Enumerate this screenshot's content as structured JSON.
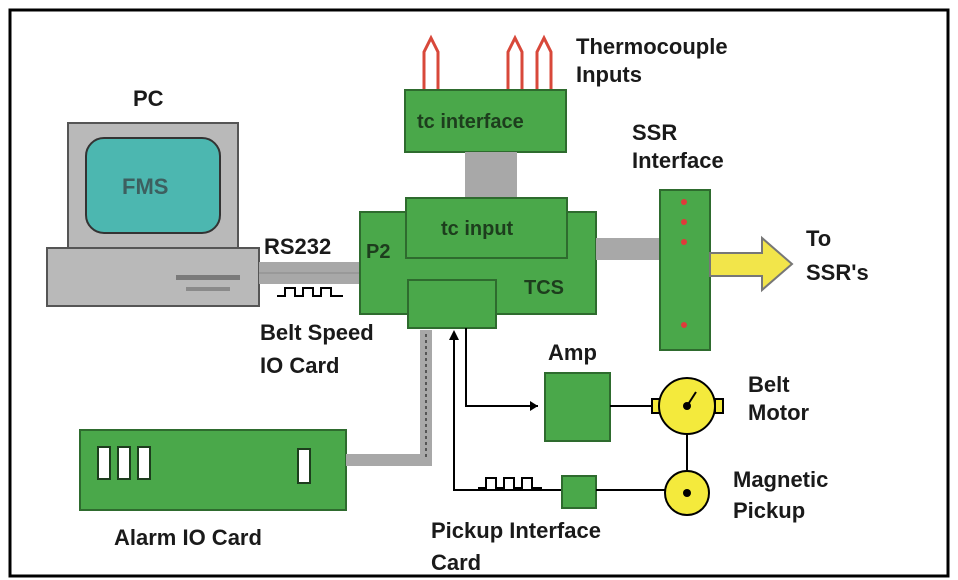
{
  "diagram": {
    "labels": {
      "pc": "PC",
      "screen": "FMS",
      "rs232": "RS232",
      "p2": "P2",
      "tcs": "TCS",
      "tc_interface": "tc interface",
      "tc_input": "tc input",
      "thermocouple_line1": "Thermocouple",
      "thermocouple_line2": "Inputs",
      "ssr_line1": "SSR",
      "ssr_line2": "Interface",
      "to_line1": "To",
      "to_line2": "SSR's",
      "belt_speed_line1": "Belt Speed",
      "belt_speed_line2": "IO Card",
      "amp": "Amp",
      "belt_motor_line1": "Belt",
      "belt_motor_line2": "Motor",
      "magnetic_line1": "Magnetic",
      "magnetic_line2": "Pickup",
      "alarm": "Alarm IO Card",
      "pickup_line1": "Pickup Interface",
      "pickup_line2": "Card"
    },
    "colors": {
      "board_green": "#4aa84a",
      "board_edge": "#2e6b2e",
      "computer_gray": "#b9b9b9",
      "screen_teal": "#4cb7b0",
      "cable_gray": "#a8a8a8",
      "thermocouple_red": "#d8483a",
      "arrow_yellow": "#f2e54a",
      "motor_yellow": "#f4ea3c",
      "led_red": "#e03a3a",
      "border": "#000000"
    }
  }
}
